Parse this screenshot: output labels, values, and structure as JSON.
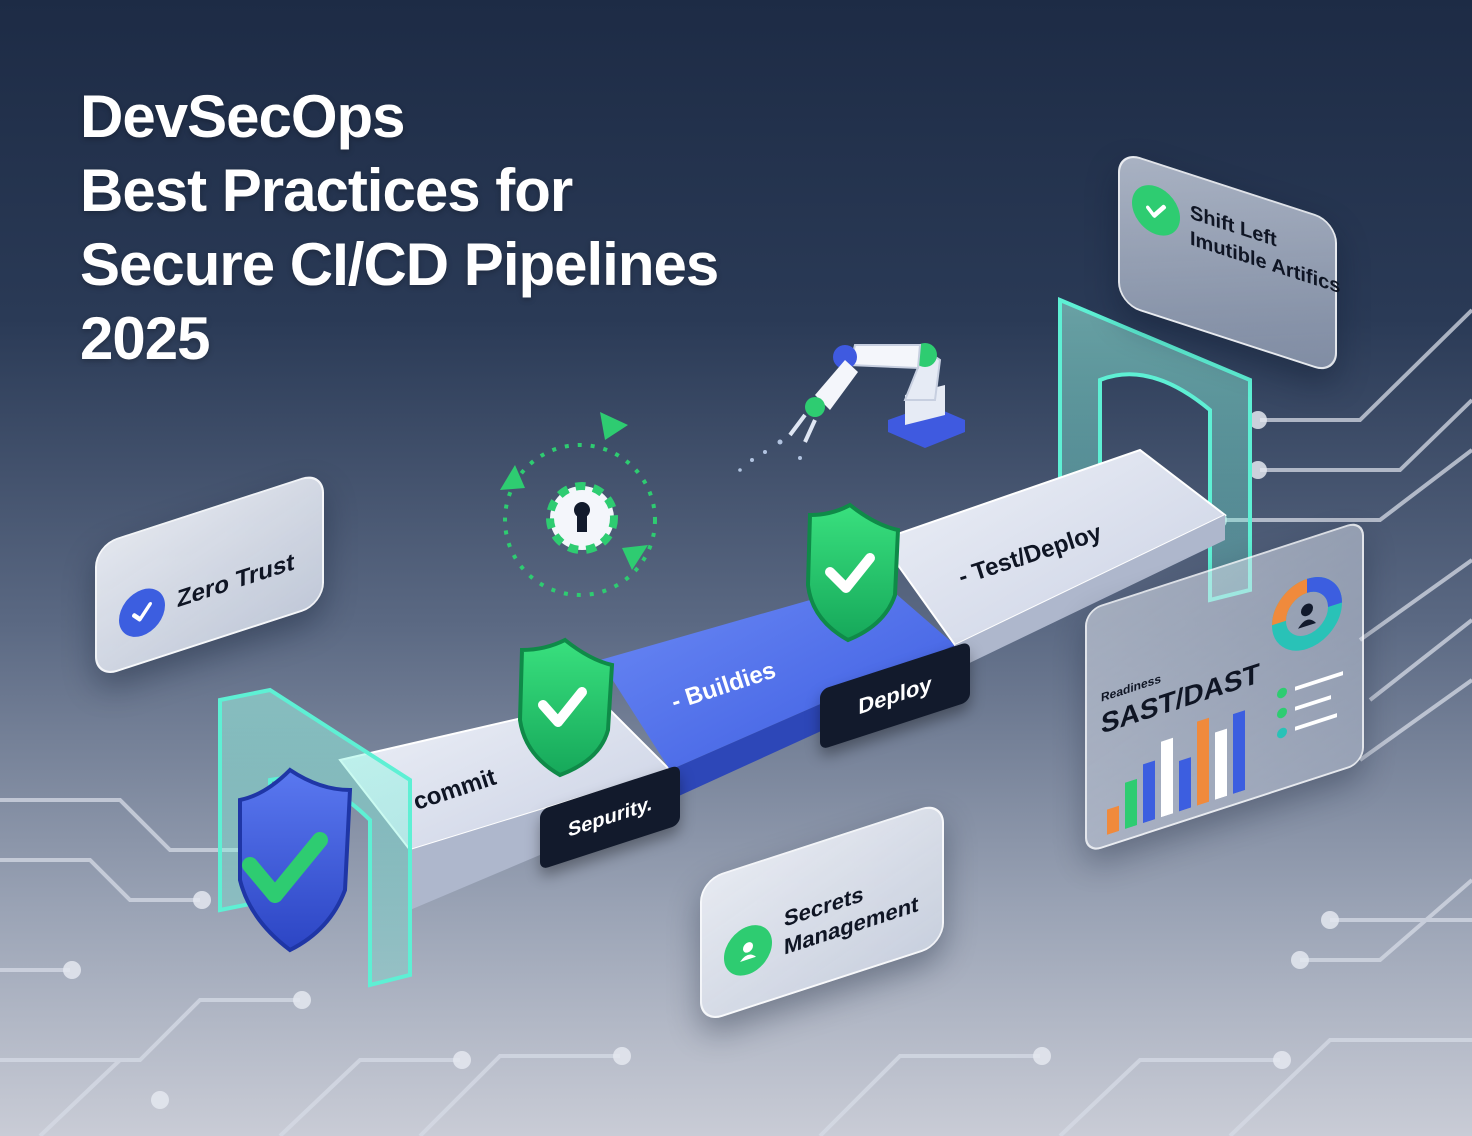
{
  "title": {
    "line1": "DevSecOps",
    "line2": "Best Practices for",
    "line3": "Secure CI/CD Pipelines",
    "line4": "2025"
  },
  "cards": {
    "zero_trust": "Zero Trust",
    "shift_left_line1": "Shift Left",
    "shift_left_line2": "Imutible Artifics",
    "secrets_line1": "Secrets",
    "secrets_line2": "Management"
  },
  "pipeline": {
    "commit": "commit",
    "builds": "- Buildies",
    "test_deploy": "- Test/Deploy",
    "security_block": "Sepurity.",
    "deploy_block": "Deploy"
  },
  "dashboard": {
    "caption": "Readiness",
    "heading": "SAST/DAST",
    "bar_values": [
      0.3,
      0.55,
      0.7,
      0.9,
      0.6,
      1.0,
      0.8,
      0.95
    ],
    "bar_colors": [
      "#f08a3c",
      "#2ecc71",
      "#3c5ee0",
      "#ffffff",
      "#3c5ee0",
      "#f08a3c",
      "#ffffff",
      "#3c5ee0"
    ]
  },
  "colors": {
    "accent_green": "#2ecc71",
    "accent_blue": "#4a6ee8",
    "accent_cyan": "#5ef0d4",
    "accent_orange": "#f08a3c",
    "dark_navy": "#121a2c"
  },
  "icons": {
    "zero_trust": "check-badge-icon",
    "shift_left": "check-badge-icon",
    "secrets": "user-lock-icon",
    "gear": "gear-lock-icon",
    "robot": "robot-arm-icon",
    "shield": "shield-check-icon"
  }
}
